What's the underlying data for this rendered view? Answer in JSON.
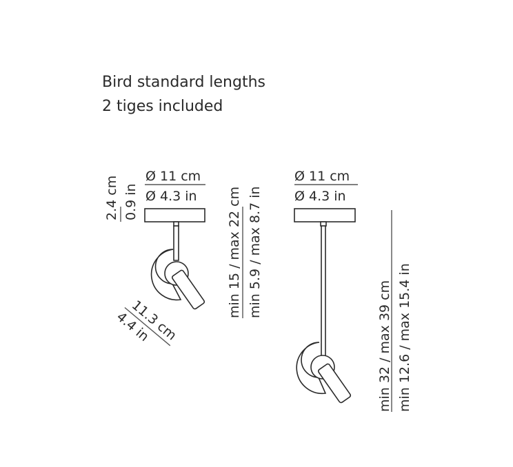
{
  "title": {
    "line1": "Bird standard lengths",
    "line2": "2 tiges included"
  },
  "short": {
    "diameter_cm": "Ø 11 cm",
    "diameter_in": "Ø 4.3 in",
    "plate_height_cm": "2.4 cm",
    "plate_height_in": "0.9 in",
    "head_length_cm": "11.3 cm",
    "head_length_in": "4.4 in",
    "height_cm": "min 15 / max 22 cm",
    "height_in": "min 5.9 / max 8.7 in"
  },
  "long": {
    "diameter_cm": "Ø 11 cm",
    "diameter_in": "Ø 4.3 in",
    "height_cm": "min 32 / max 39 cm",
    "height_in": "min 12.6 / max 15.4 in"
  }
}
